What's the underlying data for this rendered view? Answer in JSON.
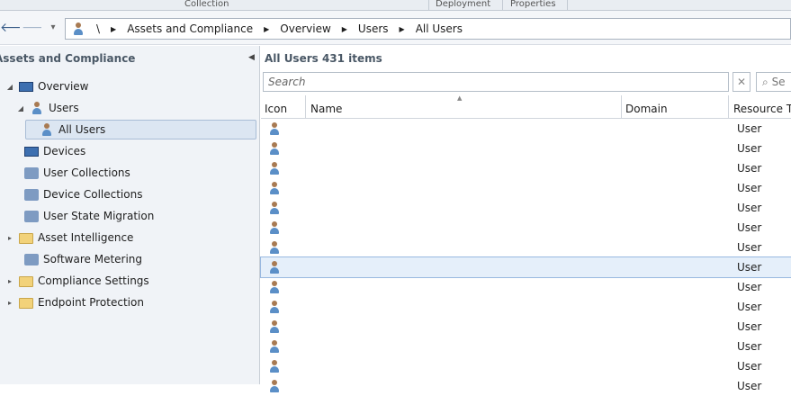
{
  "ribbon": {
    "groups": [
      "Collection",
      "Deployment",
      "Properties"
    ]
  },
  "nav": {
    "back": "🡐",
    "forward": "🡒",
    "dropdown": "▾",
    "breadcrumb": [
      "\\",
      "Assets and Compliance",
      "Overview",
      "Users",
      "All Users"
    ]
  },
  "left": {
    "title": "Assets and Compliance",
    "items": [
      {
        "label": "Overview",
        "icon": "overview-icon",
        "expander": "◢"
      },
      {
        "label": "Users",
        "icon": "user-icon",
        "expander": "◢"
      },
      {
        "label": "All Users",
        "icon": "users-icon",
        "expander": ""
      },
      {
        "label": "Devices",
        "icon": "devices-icon",
        "expander": ""
      },
      {
        "label": "User Collections",
        "icon": "user-collections-icon",
        "expander": ""
      },
      {
        "label": "Device Collections",
        "icon": "device-collections-icon",
        "expander": ""
      },
      {
        "label": "User State Migration",
        "icon": "user-state-migration-icon",
        "expander": ""
      },
      {
        "label": "Asset Intelligence",
        "icon": "folder-icon",
        "expander": "▸"
      },
      {
        "label": "Software Metering",
        "icon": "software-metering-icon",
        "expander": ""
      },
      {
        "label": "Compliance Settings",
        "icon": "folder-icon",
        "expander": "▸"
      },
      {
        "label": "Endpoint Protection",
        "icon": "folder-icon",
        "expander": "▸"
      }
    ]
  },
  "main": {
    "title": "All Users 431 items",
    "search_placeholder": "Search",
    "clear": "✕",
    "search_button": "Se",
    "columns": [
      "Icon",
      "Name",
      "Domain",
      "Resource Ty"
    ],
    "rows": [
      {
        "type": "User"
      },
      {
        "type": "User"
      },
      {
        "type": "User"
      },
      {
        "type": "User"
      },
      {
        "type": "User"
      },
      {
        "type": "User"
      },
      {
        "type": "User"
      },
      {
        "type": "User"
      },
      {
        "type": "User"
      },
      {
        "type": "User"
      },
      {
        "type": "User"
      },
      {
        "type": "User"
      },
      {
        "type": "User"
      },
      {
        "type": "User"
      }
    ]
  }
}
